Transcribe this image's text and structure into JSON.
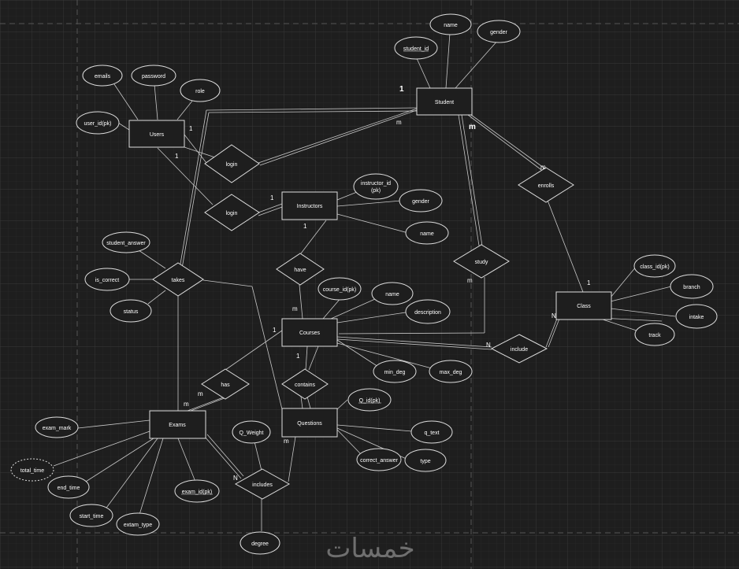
{
  "entities": {
    "users": "Users",
    "student": "Student",
    "instructors": "Instructors",
    "courses": "Courses",
    "exams": "Exams",
    "questions": "Questions",
    "class": "Class"
  },
  "relationships": {
    "login_student": "login",
    "login_instructor": "login",
    "enrolls": "enrolls",
    "study": "study",
    "have": "have",
    "takes": "takes",
    "has": "has",
    "contains": "contains",
    "includes": "includes",
    "include": "include"
  },
  "attributes": {
    "emails": "emails",
    "password": "password",
    "role": "role",
    "user_id": "user_id(pk)",
    "student_id": "student_id",
    "student_name": "name",
    "student_gender": "gender",
    "instructor_id": [
      "instructor_id",
      "(pk)"
    ],
    "instructor_gender": "gender",
    "instructor_name": "name",
    "student_answer": "student_answer",
    "is_correct": "is_correct",
    "status": "status",
    "course_id": "course_id(pk)",
    "course_name": "name",
    "description": "description",
    "min_deg": "min_deg",
    "max_deg": "max_deg",
    "class_id": "class_id(pk)",
    "branch": "branch",
    "intake": "intake",
    "track": "track",
    "exam_mark": "exam_mark",
    "total_time": "total_time",
    "end_time": "end_time",
    "start_time": "start_time",
    "exam_type": "extam_type",
    "exam_id": "exam_id(pk)",
    "q_weight": "Q_Weight",
    "q_id": "Q_id(pk)",
    "q_text": "q_text",
    "correct_answer": "correct_answer",
    "q_type": "type",
    "degree": "degree"
  },
  "cardinalities": {
    "student_login_1": "1",
    "users_login_1": "1",
    "users_login2_1": "1",
    "instructor_login_1": "1",
    "student_m": "m",
    "student_m_big": "m",
    "enrolls_m": "m",
    "instructor_have_1": "1",
    "have_courses_m": "m",
    "study_m": "m",
    "class_1": "1",
    "class_n": "N",
    "include_n": "N",
    "courses_takes_1": "1",
    "courses_contains_1": "1",
    "has_m": "m",
    "exams_m": "m",
    "questions_m": "m",
    "includes_n": "N"
  },
  "watermark": "خمسات",
  "colors": {
    "background": "#1e1e1e",
    "grid_minor": "#2b2b2b",
    "grid_major": "#3a3a3a",
    "stroke": "#c8c8c8",
    "text": "#ffffff"
  }
}
